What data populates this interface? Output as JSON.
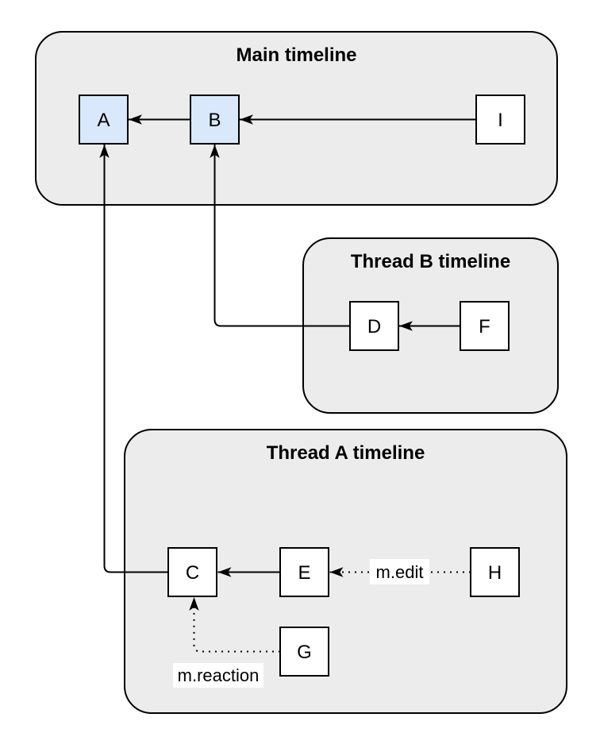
{
  "diagram": {
    "kind": "event-timeline-dag",
    "containers": {
      "main": {
        "title": "Main timeline"
      },
      "thread_b": {
        "title": "Thread B timeline"
      },
      "thread_a": {
        "title": "Thread A timeline"
      }
    },
    "nodes": {
      "A": {
        "label": "A",
        "container": "main",
        "highlighted": true
      },
      "B": {
        "label": "B",
        "container": "main",
        "highlighted": true
      },
      "I": {
        "label": "I",
        "container": "main",
        "highlighted": false
      },
      "D": {
        "label": "D",
        "container": "thread_b",
        "highlighted": false
      },
      "F": {
        "label": "F",
        "container": "thread_b",
        "highlighted": false
      },
      "C": {
        "label": "C",
        "container": "thread_a",
        "highlighted": false
      },
      "E": {
        "label": "E",
        "container": "thread_a",
        "highlighted": false
      },
      "H": {
        "label": "H",
        "container": "thread_a",
        "highlighted": false
      },
      "G": {
        "label": "G",
        "container": "thread_a",
        "highlighted": false
      }
    },
    "edges": [
      {
        "from": "B",
        "to": "A",
        "style": "solid",
        "label": ""
      },
      {
        "from": "I",
        "to": "B",
        "style": "solid",
        "label": ""
      },
      {
        "from": "F",
        "to": "D",
        "style": "solid",
        "label": ""
      },
      {
        "from": "D",
        "to": "B",
        "style": "solid",
        "label": ""
      },
      {
        "from": "E",
        "to": "C",
        "style": "solid",
        "label": ""
      },
      {
        "from": "C",
        "to": "A",
        "style": "solid",
        "label": ""
      },
      {
        "from": "H",
        "to": "E",
        "style": "dotted",
        "label": "m.edit"
      },
      {
        "from": "G",
        "to": "C",
        "style": "dotted",
        "label": "m.reaction"
      }
    ],
    "edge_labels": {
      "m_edit": "m.edit",
      "m_reaction": "m.reaction"
    },
    "colors": {
      "background": "#ffffff",
      "container_fill": "#ececec",
      "node_fill": "#ffffff",
      "node_highlight_fill": "#dae8fc",
      "stroke": "#000000",
      "label_bg": "#ffffff"
    }
  }
}
